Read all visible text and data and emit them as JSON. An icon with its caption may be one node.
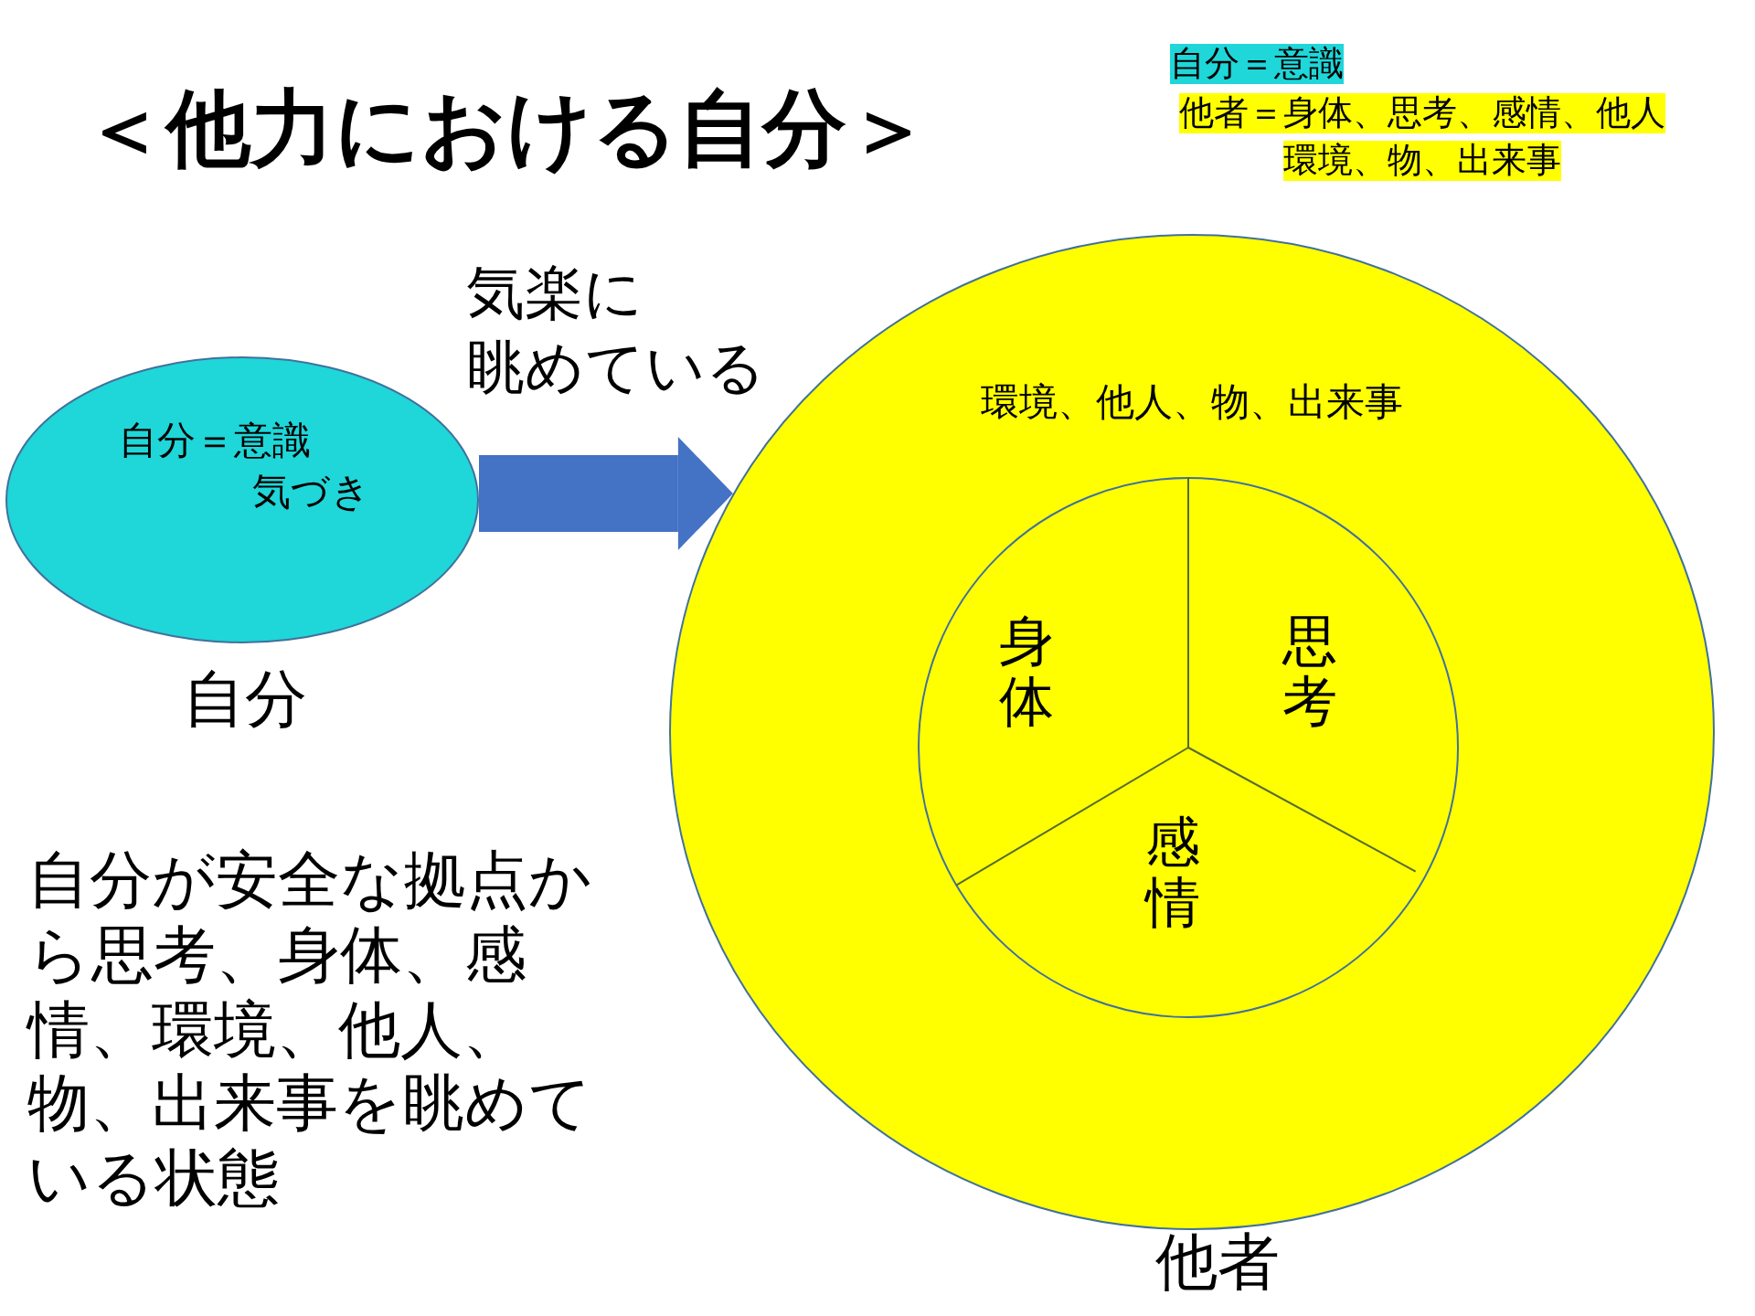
{
  "diagram": {
    "title": "＜他力における自分＞",
    "nodes": [
      {
        "text": [
          "自分＝意識",
          "気づき"
        ],
        "beside": [
          "自分"
        ]
      },
      {
        "text": [
          "環境、他人、物、出来事"
        ],
        "beside": [
          "他者"
        ]
      },
      {
        "text": [],
        "shape": "circle",
        "in": 1
      },
      {
        "text": [
          "身体"
        ],
        "in": 2
      },
      {
        "text": [
          "思考"
        ],
        "in": 2
      },
      {
        "text": [
          "感情"
        ],
        "in": 2
      }
    ],
    "edges": [
      {
        "from": 0,
        "to": 1,
        "arrow": "to",
        "label": "気楽に眺めている"
      }
    ],
    "labels": [
      "自分＝意識",
      "他者＝身体、思考、感情、他人環境、物、出来事",
      "自分が安全な拠点から思考、身体、感情、環境、他人、物、出来事を眺めている状態"
    ]
  }
}
